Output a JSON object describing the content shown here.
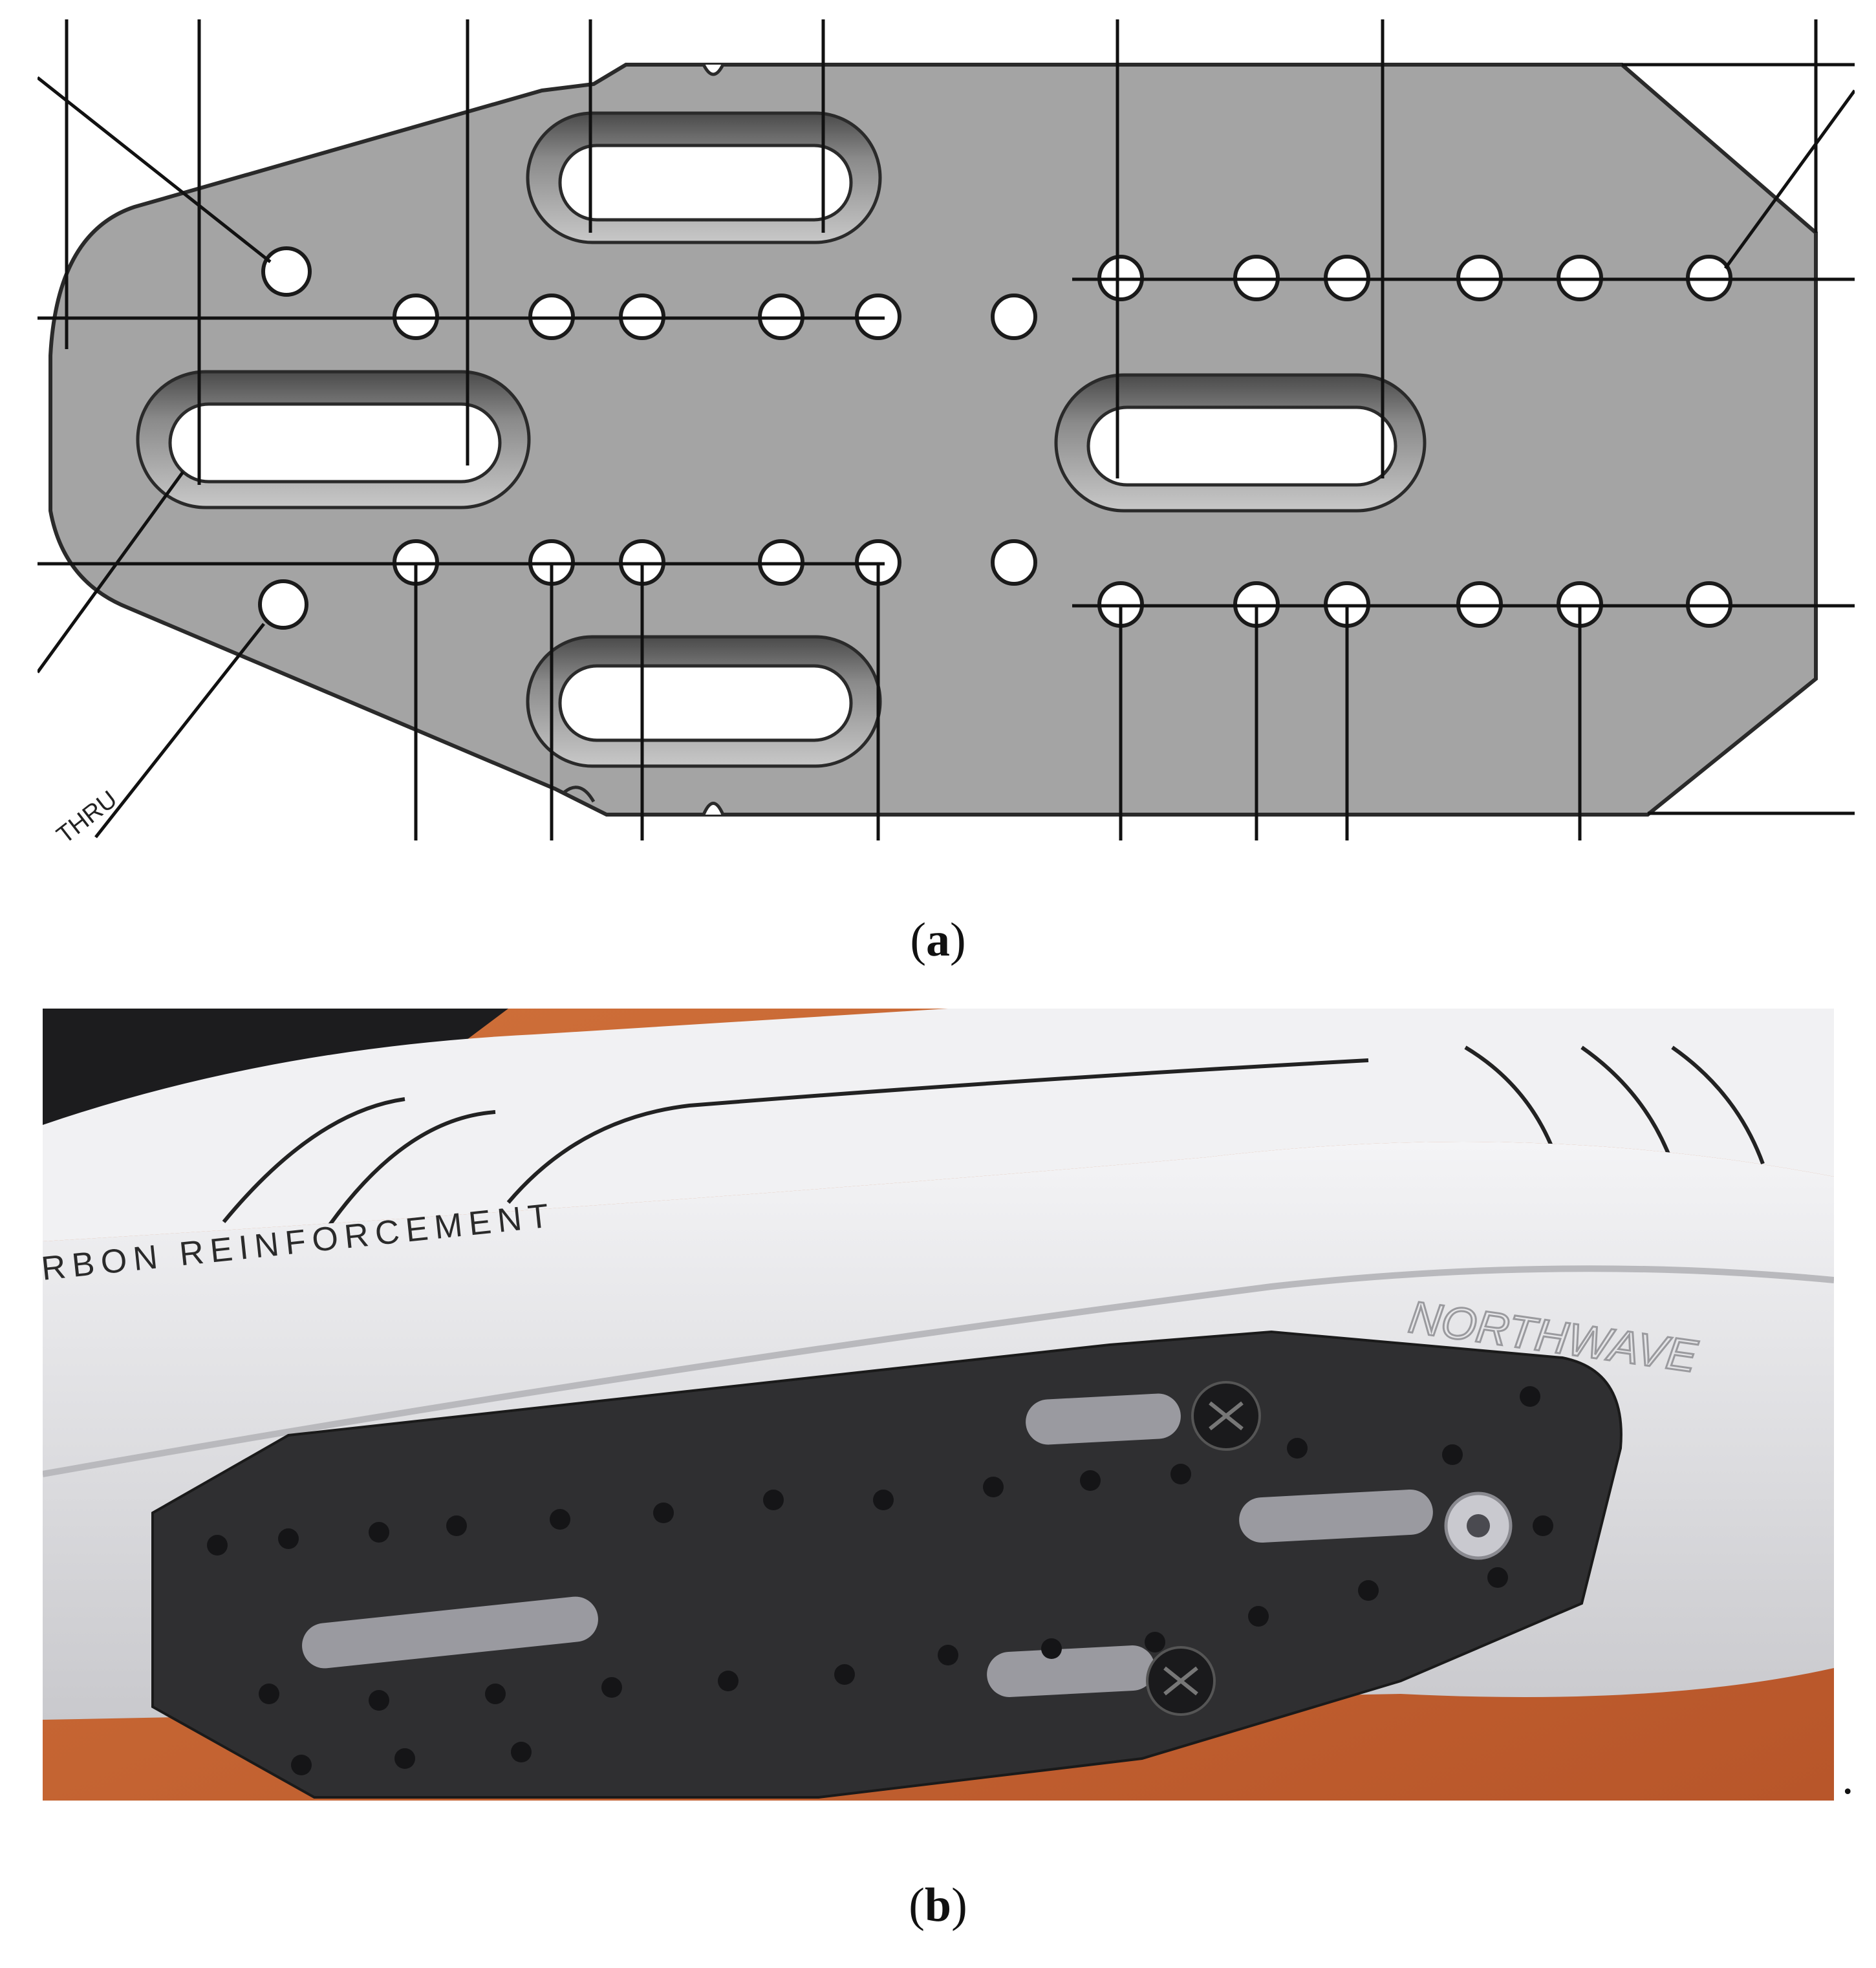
{
  "figure": {
    "panel_a": {
      "caption_open": "(",
      "caption_letter": "a",
      "caption_close": ")",
      "drawing": {
        "plate_fill": "#a4a4a4",
        "outline_color": "#2a2a2a",
        "background": "#ffffff",
        "cut_off_label": "THRU",
        "elements": [
          "cleat-plate",
          "slotted-holes",
          "mounting-holes",
          "leader-lines",
          "dimension-lines"
        ]
      }
    },
    "panel_b": {
      "caption_open": "(",
      "caption_letter": "b",
      "caption_close": ")",
      "trailing_mark": ".",
      "photo": {
        "sole_text": "RBON REINFORCEMENT",
        "brand_text": "NORTHWAVE",
        "table_color": "#c5622e",
        "shoe_color": "#e8e8ea",
        "plate_color": "#2f2f31",
        "elements": [
          "cycling-shoe",
          "black-adapter-plate",
          "bolts",
          "wooden-table"
        ]
      }
    }
  }
}
